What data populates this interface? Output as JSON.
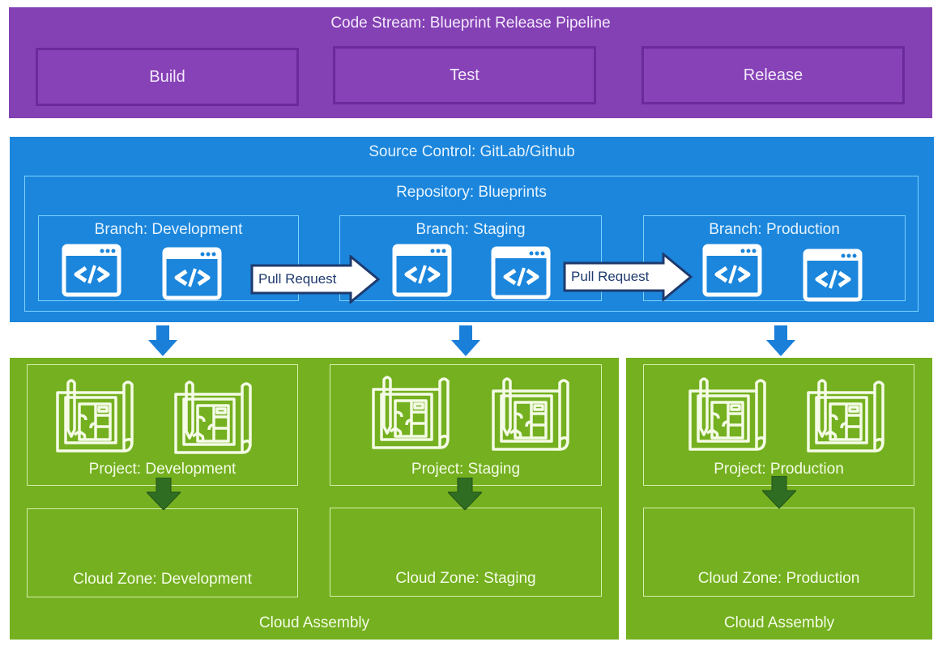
{
  "code_stream": {
    "title": "Code Stream: Blueprint Release Pipeline",
    "stages": [
      {
        "label": "Build"
      },
      {
        "label": "Test"
      },
      {
        "label": "Release"
      }
    ]
  },
  "source_control": {
    "title": "Source Control: GitLab/Github",
    "repository": {
      "title": "Repository: Blueprints",
      "branches": [
        {
          "label": "Branch: Development",
          "icons": [
            "code-window-icon",
            "code-window-icon"
          ]
        },
        {
          "label": "Branch: Staging",
          "icons": [
            "code-window-icon",
            "code-window-icon"
          ]
        },
        {
          "label": "Branch: Production",
          "icons": [
            "code-window-icon",
            "code-window-icon"
          ]
        }
      ],
      "pull_requests": [
        {
          "label": "Pull Request",
          "from": "Branch: Development",
          "to": "Branch: Staging"
        },
        {
          "label": "Pull Request",
          "from": "Branch: Staging",
          "to": "Branch: Production"
        }
      ]
    }
  },
  "cloud_assembly": [
    {
      "title": "Cloud Assembly",
      "projects": [
        {
          "project": "Project: Development",
          "zone": "Cloud Zone: Development",
          "icons": [
            "blueprint-icon",
            "blueprint-icon"
          ]
        },
        {
          "project": "Project: Staging",
          "zone": "Cloud Zone: Staging",
          "icons": [
            "blueprint-icon",
            "blueprint-icon"
          ]
        }
      ]
    },
    {
      "title": "Cloud Assembly",
      "projects": [
        {
          "project": "Project: Production",
          "zone": "Cloud Zone: Production",
          "icons": [
            "blueprint-icon",
            "blueprint-icon"
          ]
        }
      ]
    }
  ],
  "colors": {
    "code_stream": "#8441b4",
    "source_control": "#1b86dc",
    "cloud_assembly": "#74b01f",
    "flow_arrow_blue": "#1a7fd8",
    "flow_arrow_green": "#2f6e22"
  }
}
